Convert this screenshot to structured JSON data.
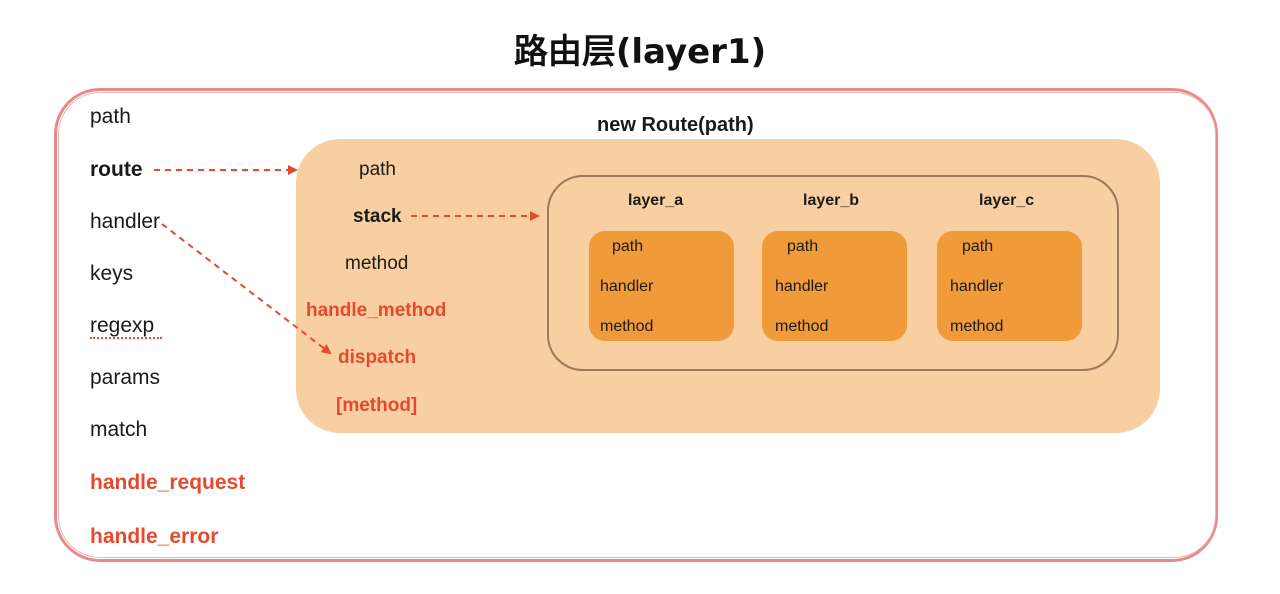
{
  "title": "路由层(layer1)",
  "layer_fields": {
    "path": "path",
    "route": "route",
    "handler": "handler",
    "keys": "keys",
    "regexp": "regexp",
    "params": "params",
    "match": "match",
    "handle_request": "handle_request",
    "handle_error": "handle_error"
  },
  "route": {
    "label": "new Route(path)",
    "fields": {
      "path": "path",
      "stack": "stack",
      "method": "method",
      "handle_method": "handle_method",
      "dispatch": "dispatch",
      "method_bracket": "[method]"
    }
  },
  "stack_layers": [
    {
      "name": "layer_a",
      "fields": [
        "path",
        "handler",
        "method"
      ]
    },
    {
      "name": "layer_b",
      "fields": [
        "path",
        "handler",
        "method"
      ]
    },
    {
      "name": "layer_c",
      "fields": [
        "path",
        "handler",
        "method"
      ]
    }
  ],
  "colors": {
    "accent_red": "#e34a2e",
    "frame": "#e88a8a",
    "route_fill": "#f8cfa0",
    "layer_fill": "#f09a3a",
    "stack_border": "#9b7a5c"
  }
}
